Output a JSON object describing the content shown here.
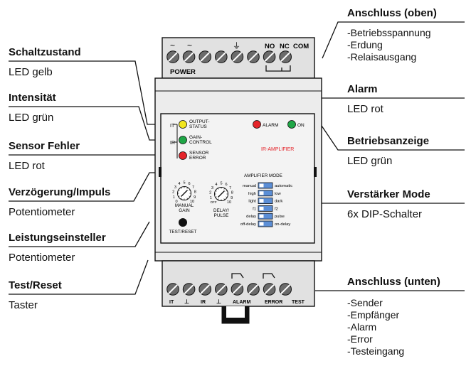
{
  "left_callouts": [
    {
      "title": "Schaltzustand",
      "desc": "LED gelb"
    },
    {
      "title": "Intensität",
      "desc": "LED grün"
    },
    {
      "title": "Sensor Fehler",
      "desc": "LED rot"
    },
    {
      "title": "Verzögerung/Impuls",
      "desc": "Potentiometer"
    },
    {
      "title": "Leistungseinsteller",
      "desc": "Potentiometer"
    },
    {
      "title": "Test/Reset",
      "desc": "Taster"
    }
  ],
  "right_callouts": {
    "top": {
      "title": "Anschluss (oben)",
      "items": [
        "-Betriebsspannung",
        "-Erdung",
        "-Relaisausgang"
      ]
    },
    "alarm": {
      "title": "Alarm",
      "desc": "LED rot"
    },
    "status": {
      "title": "Betriebsanzeige",
      "desc": "LED grün"
    },
    "mode": {
      "title": "Verstärker Mode",
      "desc": "6x DIP-Schalter"
    },
    "bottom": {
      "title": "Anschluss (unten)",
      "items": [
        "-Sender",
        "-Empfänger",
        "-Alarm",
        "-Error",
        "-Testeingang"
      ]
    }
  },
  "device": {
    "top_terminals": {
      "tilde1": "~",
      "tilde2": "~",
      "ground": "⏚",
      "no": "NO",
      "nc": "NC",
      "com": "COM",
      "power": "POWER"
    },
    "leds": {
      "it": "IT",
      "ir": "IR",
      "output_status": [
        "OUTPUT-",
        "STATUS"
      ],
      "gain_control": [
        "GAIN-",
        "CONTROL"
      ],
      "sensor_error": [
        "SENSOR",
        "ERROR"
      ],
      "alarm": "ALARM",
      "on": "ON"
    },
    "brand": "IR-AMPLIFIER",
    "amp_mode_title": "AMPLIFIER MODE",
    "dip": [
      {
        "left": "manual",
        "right": "automatic"
      },
      {
        "left": "high",
        "right": "low"
      },
      {
        "left": "light",
        "right": "dark"
      },
      {
        "left": "f1",
        "right": "f2"
      },
      {
        "left": "delay",
        "right": "pulse"
      },
      {
        "left": "off-delay",
        "right": "on-delay"
      }
    ],
    "manual_gain": [
      "MANUAL",
      "GAIN"
    ],
    "delay_pulse": [
      "DELAY/",
      "PULSE"
    ],
    "test_reset": "TEST/RESET",
    "dial_gain_ticks": [
      "0",
      "1",
      "2",
      "3",
      "4",
      "5",
      "6",
      "7",
      "8",
      "9",
      "10"
    ],
    "dial_delay_ticks": [
      "OFF",
      "1",
      "2",
      "3",
      "4",
      "5",
      "6",
      "7",
      "8",
      "9",
      "10"
    ],
    "bottom_terminals": {
      "it": "IT",
      "gnd1": "⊥",
      "ir": "IR",
      "gnd2": "⊥",
      "alarm": "ALARM",
      "error": "ERROR",
      "test": "TEST"
    },
    "colors": {
      "yellow": "#f1e61e",
      "green": "#1fa646",
      "red": "#e4242a",
      "dip": "#5b8ed6",
      "brand": "#e4242a"
    }
  }
}
